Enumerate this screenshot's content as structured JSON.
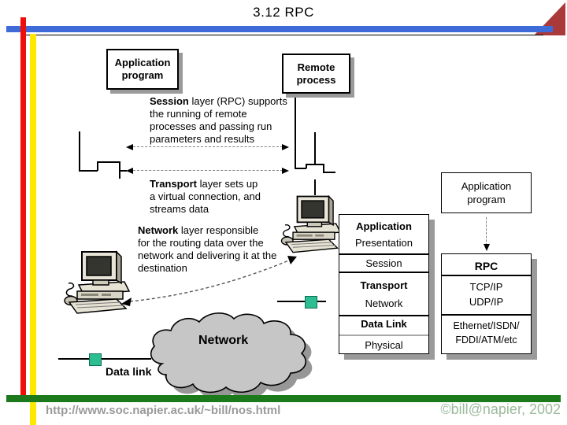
{
  "slide": {
    "title": "3.12 RPC"
  },
  "footer": {
    "url": "http://www.soc.napier.ac.uk/~bill/nos.html",
    "copyright": "©bill@napier, 2002"
  },
  "colors": {
    "accent_blue": "#3f6bd8",
    "stripe_red": "#ee0f0a",
    "stripe_yellow": "#ffe800",
    "bar_green": "#1c7a1c",
    "triangle_red": "#aa3a3a",
    "node_teal": "#2cbd92",
    "shadow_gray": "#9a9a9a",
    "url_gray": "#9a9a9a",
    "copyright_green": "#9cb99c"
  },
  "diagram": {
    "app_program_left": {
      "line1": "Application",
      "line2": "program"
    },
    "remote_process": {
      "line1": "Remote",
      "line2": "process"
    },
    "paragraphs": {
      "session": {
        "lead": "Session",
        "line1_rest": " layer (RPC) supports",
        "line2": "the running of remote",
        "line3": "processes and passing run",
        "line4": "parameters and results"
      },
      "transport": {
        "lead": "Transport",
        "line1_rest": " layer sets up",
        "line2": "a virtual connection, and",
        "line3": "streams data"
      },
      "network": {
        "lead": "Network",
        "line1_rest": " layer responsible",
        "line2": "for the routing data over the",
        "line3": "network and delivering it at the",
        "line4": "destination"
      }
    },
    "cloud_label": "Network",
    "data_link_label": "Data link",
    "osi_stack": {
      "rows": [
        {
          "label": "Application"
        },
        {
          "label": "Presentation"
        },
        {
          "label": "Session"
        },
        {
          "label": "Transport"
        },
        {
          "label": "Network"
        },
        {
          "label": "Data Link"
        },
        {
          "label": "Physical"
        }
      ]
    },
    "app_program_right": {
      "line1": "Application",
      "line2": "program"
    },
    "rpc_stack": {
      "rpc": "RPC",
      "transport_line1": "TCP/IP",
      "transport_line2": "UDP/IP",
      "link_line1": "Ethernet/ISDN/",
      "link_line2": "FDDI/ATM/etc"
    }
  }
}
